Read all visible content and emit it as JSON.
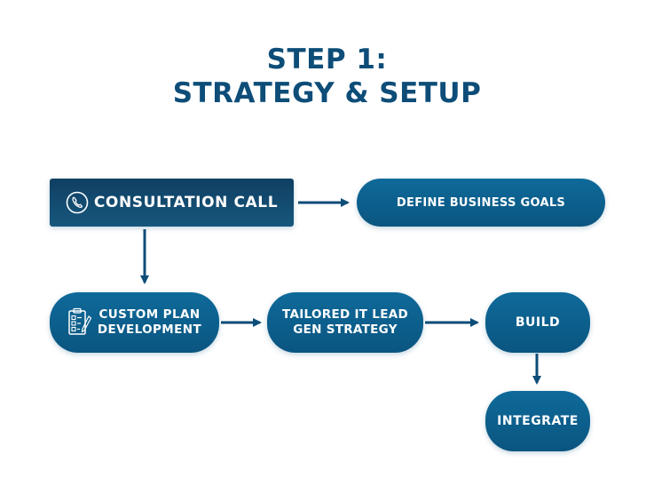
{
  "title": {
    "line1": "STEP 1:",
    "line2": "STRATEGY & SETUP"
  },
  "colors": {
    "primary": "#0d4d78",
    "node_top": "#0e6a9a",
    "node_bottom": "#0b5580",
    "consult_top": "#103f62",
    "consult_bottom": "#17577d",
    "text_on_node": "#ffffff"
  },
  "nodes": {
    "consultation": {
      "label": "CONSULTATION CALL",
      "icon": "phone-icon"
    },
    "goals": {
      "label": "DEFINE BUSINESS GOALS"
    },
    "plan": {
      "line1": "CUSTOM PLAN",
      "line2": "DEVELOPMENT",
      "icon": "clipboard-checklist-icon"
    },
    "tailored": {
      "line1": "TAILORED IT LEAD",
      "line2": "GEN STRATEGY"
    },
    "build": {
      "label": "BUILD"
    },
    "integrate": {
      "label": "INTEGRATE"
    }
  },
  "edges": [
    {
      "from": "consultation",
      "to": "goals"
    },
    {
      "from": "consultation",
      "to": "plan"
    },
    {
      "from": "plan",
      "to": "tailored"
    },
    {
      "from": "tailored",
      "to": "build"
    },
    {
      "from": "build",
      "to": "integrate"
    }
  ]
}
